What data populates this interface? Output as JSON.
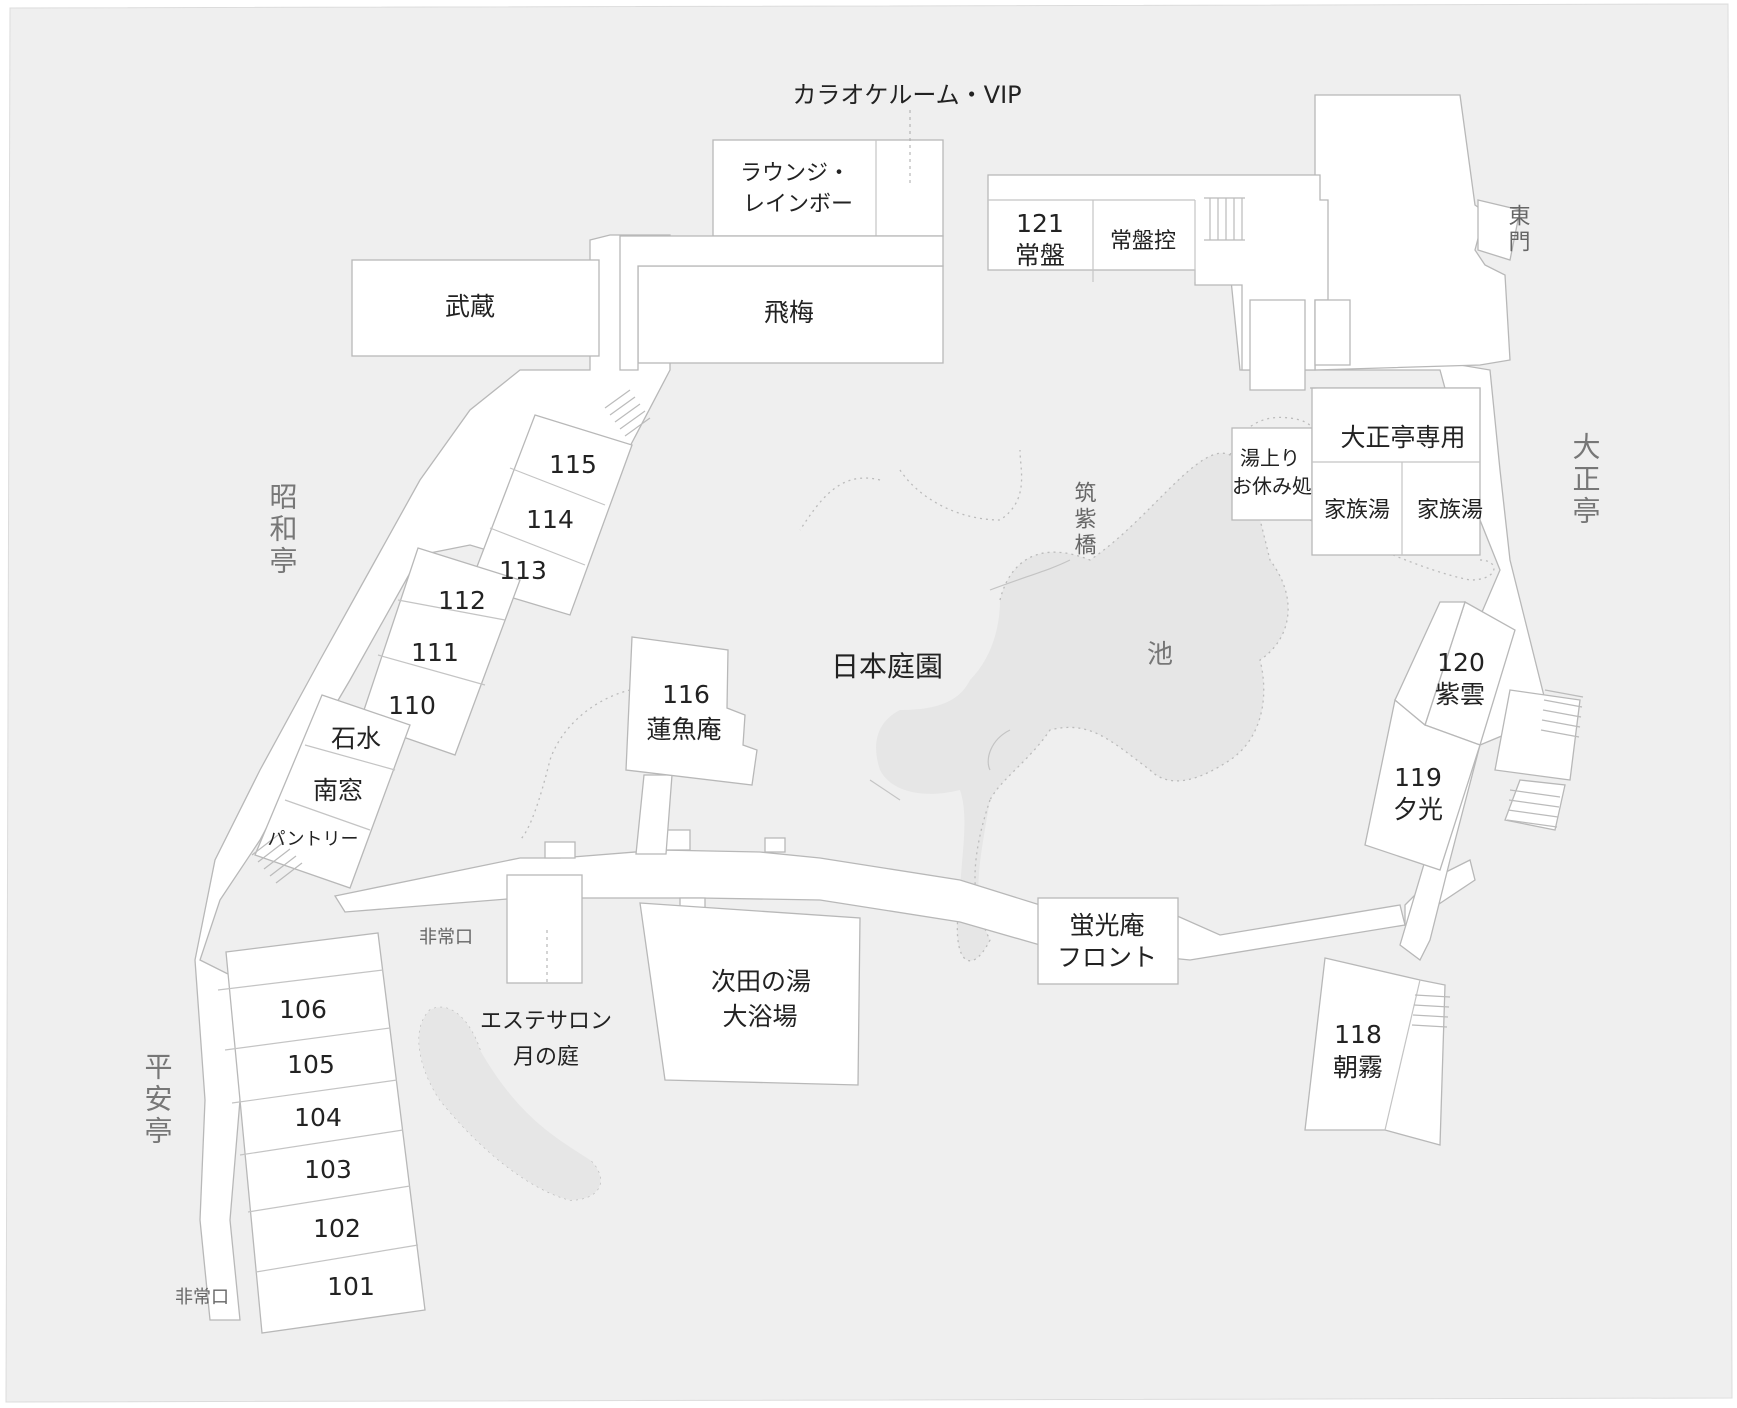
{
  "wings": {
    "showa": "昭和亭",
    "heian": "平安亭",
    "taisho": "大正亭",
    "higashimon": "東門"
  },
  "garden": {
    "name": "日本庭園",
    "pond": "池",
    "bridge": "筑紫橋"
  },
  "emergency_exit": "非常口",
  "rooms": {
    "karaoke": "カラオケルーム・VIP",
    "lounge_line1": "ラウンジ・",
    "lounge_line2": "レインボー",
    "musashi": "武蔵",
    "hibai": "飛梅",
    "r121_num": "121",
    "r121_name": "常盤",
    "tokiwa_hikae": "常盤控",
    "yuagari_line1": "湯上り",
    "yuagari_line2": "お休み処",
    "taisho_only": "大正亭専用",
    "family_bath": "家族湯",
    "r115": "115",
    "r114": "114",
    "r113": "113",
    "r112": "112",
    "r111": "111",
    "r110": "110",
    "sekisui": "石水",
    "nanso": "南窓",
    "pantry": "パントリー",
    "r116_num": "116",
    "r116_name": "蓮魚庵",
    "r120_num": "120",
    "r120_name": "紫雲",
    "r119_num": "119",
    "r119_name": "夕光",
    "keikoan_line1": "蛍光庵",
    "keikoan_line2": "フロント",
    "bath_line1": "次田の湯",
    "bath_line2": "大浴場",
    "esthe_line1": "エステサロン",
    "esthe_line2": "月の庭",
    "r118_num": "118",
    "r118_name": "朝霧",
    "r106": "106",
    "r105": "105",
    "r104": "104",
    "r103": "103",
    "r102": "102",
    "r101": "101"
  },
  "colors": {
    "background": "#efefef",
    "building": "#ffffff",
    "pond": "#e6e6e6",
    "outline": "#b8b8b8"
  }
}
